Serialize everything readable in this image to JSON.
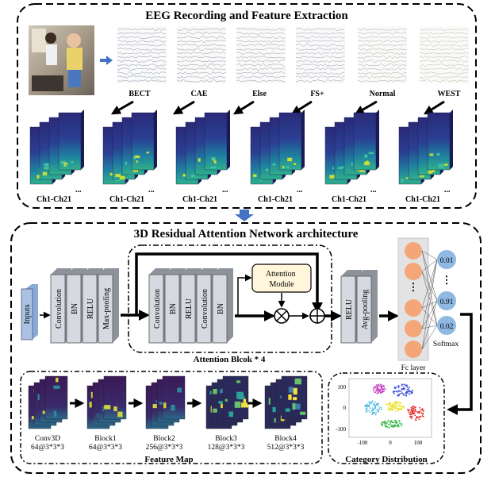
{
  "top_panel": {
    "title": "EEG Recording and Feature Extraction",
    "classes": [
      "BECT",
      "CAE",
      "Else",
      "FS+",
      "Normal",
      "WEST"
    ],
    "channel_label": "Ch1-Ch21",
    "ellipsis": "..."
  },
  "bottom_panel": {
    "title": "3D Residual Attention Network architecture",
    "inputs_label": "Inputs",
    "stem_layers": [
      "Convolution",
      "BN",
      "RELU",
      "Max-pooling"
    ],
    "block_layers": [
      "Convolution",
      "BN",
      "RELU",
      "Convolution",
      "BN"
    ],
    "attention_module_label": "Attention Module",
    "attention_block_label": "Attention Blcok * 4",
    "head_layers": [
      "RELU",
      "Avg-pooling"
    ],
    "fc_label": "Fc layer",
    "softmax_label": "Softmax",
    "softmax_values": [
      "0.01",
      "0.91",
      "0.02"
    ],
    "feature_map_title": "Feature Map",
    "feature_maps": [
      {
        "name": "Conv3D",
        "shape": "64@3*3*3"
      },
      {
        "name": "Block1",
        "shape": "64@3*3*3"
      },
      {
        "name": "Block2",
        "shape": "256@3*3*3"
      },
      {
        "name": "Block3",
        "shape": "128@3*3*3"
      },
      {
        "name": "Block4",
        "shape": "512@3*3*3"
      }
    ],
    "category_distribution_title": "Category Distribution",
    "scatter_ticks_x": [
      "-100",
      "0",
      "100"
    ],
    "scatter_ticks_y": [
      "100",
      "0",
      "-100"
    ]
  },
  "colors": {
    "spectrogram_dark": "#2a2a78",
    "spectrogram_mid": "#1f7fa0",
    "spectrogram_bright": "#c8dc3c",
    "fc_node": "#f4a679",
    "softmax_node": "#8fb8e3",
    "attention_fill": "#fff6dc",
    "blue_arrow": "#4472c4"
  }
}
